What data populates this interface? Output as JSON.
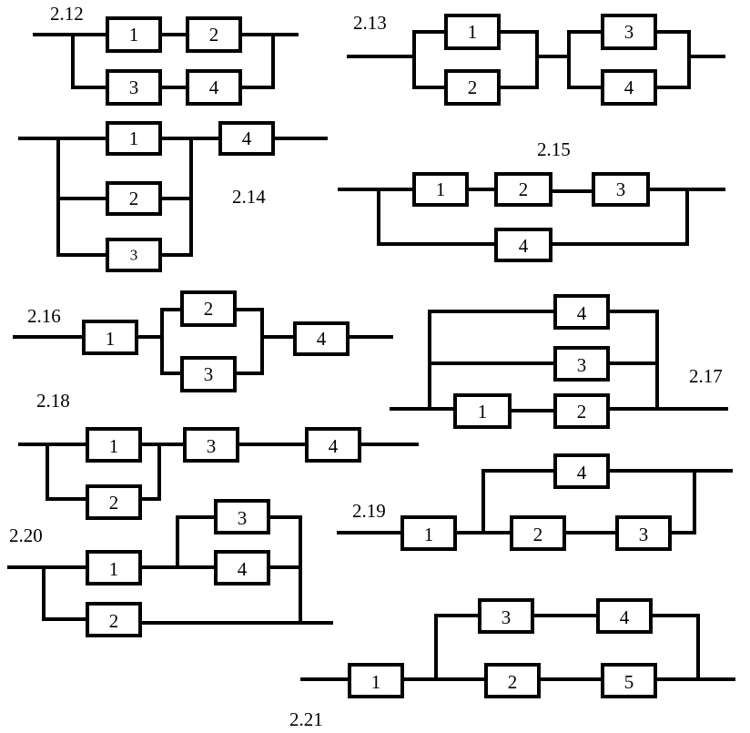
{
  "diagrams": [
    {
      "label": "2.12",
      "blocks": [
        "1",
        "2",
        "3",
        "4"
      ]
    },
    {
      "label": "2.13",
      "blocks": [
        "1",
        "2",
        "3",
        "4"
      ]
    },
    {
      "label": "2.14",
      "blocks": [
        "1",
        "2",
        "3",
        "4"
      ]
    },
    {
      "label": "2.15",
      "blocks": [
        "1",
        "2",
        "3",
        "4"
      ]
    },
    {
      "label": "2.16",
      "blocks": [
        "1",
        "2",
        "3",
        "4"
      ]
    },
    {
      "label": "2.17",
      "blocks": [
        "4",
        "3",
        "1",
        "2"
      ]
    },
    {
      "label": "2.18",
      "blocks": [
        "1",
        "3",
        "4",
        "2"
      ]
    },
    {
      "label": "2.19",
      "blocks": [
        "4",
        "1",
        "2",
        "3"
      ]
    },
    {
      "label": "2.20",
      "blocks": [
        "3",
        "1",
        "4",
        "2"
      ]
    },
    {
      "label": "2.21",
      "blocks": [
        "3",
        "4",
        "1",
        "2",
        "5"
      ]
    }
  ]
}
